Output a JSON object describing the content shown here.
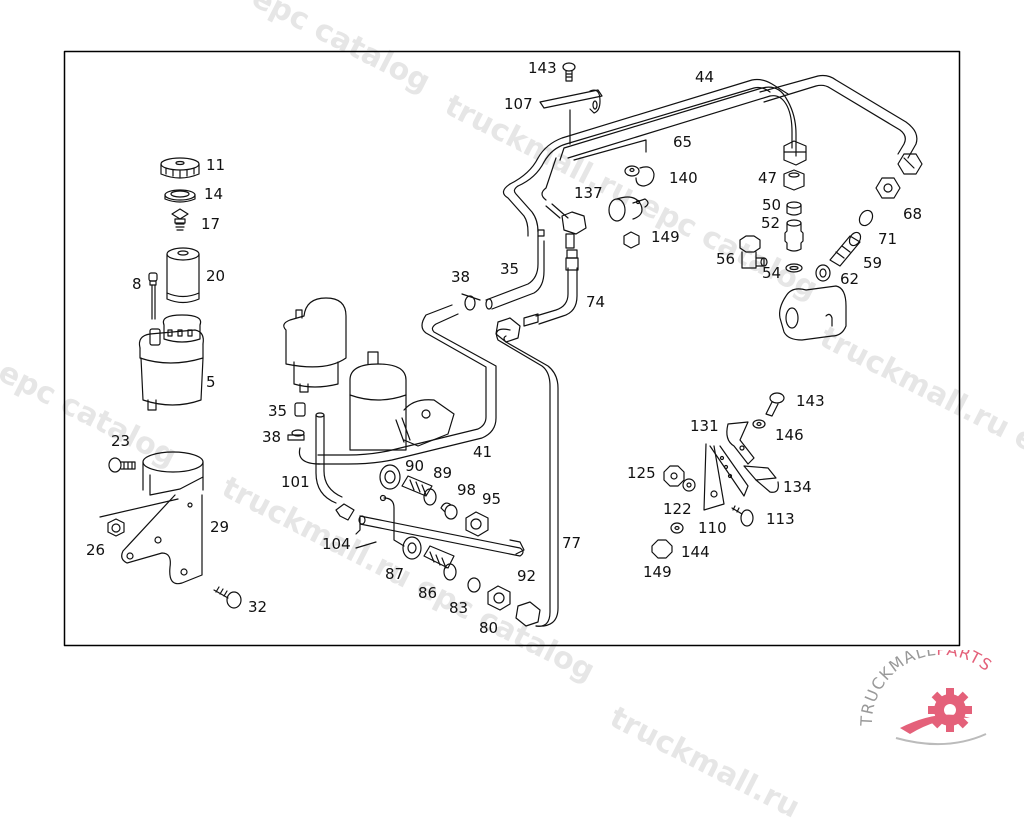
{
  "diagram": {
    "type": "exploded parts diagram",
    "subject": "power steering reservoir, lines and mounting hardware",
    "callouts": [
      {
        "id": "c11",
        "label": "11",
        "part": "reservoir cap"
      },
      {
        "id": "c14",
        "label": "14",
        "part": "seal ring"
      },
      {
        "id": "c17",
        "label": "17",
        "part": "spring / retainer"
      },
      {
        "id": "c20",
        "label": "20",
        "part": "filter element"
      },
      {
        "id": "c8",
        "label": "8",
        "part": "dipstick"
      },
      {
        "id": "c5",
        "label": "5",
        "part": "oil reservoir"
      },
      {
        "id": "c23",
        "label": "23",
        "part": "bolt"
      },
      {
        "id": "c26",
        "label": "26",
        "part": "nut"
      },
      {
        "id": "c29",
        "label": "29",
        "part": "reservoir bracket"
      },
      {
        "id": "c32",
        "label": "32",
        "part": "bolt"
      },
      {
        "id": "c35a",
        "label": "35",
        "part": "hose"
      },
      {
        "id": "c38a",
        "label": "38",
        "part": "hose clamp"
      },
      {
        "id": "c35b",
        "label": "35",
        "part": "cap"
      },
      {
        "id": "c38b",
        "label": "38",
        "part": "hose clamp"
      },
      {
        "id": "c41",
        "label": "41",
        "part": "return line"
      },
      {
        "id": "c101",
        "label": "101",
        "part": "hose"
      },
      {
        "id": "c104",
        "label": "104",
        "part": "line"
      },
      {
        "id": "c90",
        "label": "90",
        "part": "seal ring"
      },
      {
        "id": "c89",
        "label": "89",
        "part": "banjo fitting"
      },
      {
        "id": "c98",
        "label": "98",
        "part": "ring"
      },
      {
        "id": "c95",
        "label": "95",
        "part": "union nut"
      },
      {
        "id": "c87",
        "label": "87",
        "part": "seal ring"
      },
      {
        "id": "c86",
        "label": "86",
        "part": "fitting"
      },
      {
        "id": "c83",
        "label": "83",
        "part": "ring"
      },
      {
        "id": "c80",
        "label": "80",
        "part": "union nut"
      },
      {
        "id": "c92",
        "label": "92",
        "part": "line"
      },
      {
        "id": "c77",
        "label": "77",
        "part": "pressure line"
      },
      {
        "id": "c74",
        "label": "74",
        "part": "hose"
      },
      {
        "id": "c143a",
        "label": "143",
        "part": "screw"
      },
      {
        "id": "c107",
        "label": "107",
        "part": "bracket"
      },
      {
        "id": "c44",
        "label": "44",
        "part": "line"
      },
      {
        "id": "c65",
        "label": "65",
        "part": "line"
      },
      {
        "id": "c140",
        "label": "140",
        "part": "clamp"
      },
      {
        "id": "c137",
        "label": "137",
        "part": "clamp"
      },
      {
        "id": "c149a",
        "label": "149",
        "part": "nut"
      },
      {
        "id": "c47",
        "label": "47",
        "part": "union nut"
      },
      {
        "id": "c50",
        "label": "50",
        "part": "ring"
      },
      {
        "id": "c52",
        "label": "52",
        "part": "fitting"
      },
      {
        "id": "c56",
        "label": "56",
        "part": "valve"
      },
      {
        "id": "c54",
        "label": "54",
        "part": "seal ring"
      },
      {
        "id": "c68",
        "label": "68",
        "part": "union nut"
      },
      {
        "id": "c71",
        "label": "71",
        "part": "ring"
      },
      {
        "id": "c59",
        "label": "59",
        "part": "fitting"
      },
      {
        "id": "c62",
        "label": "62",
        "part": "seal ring"
      },
      {
        "id": "c143b",
        "label": "143",
        "part": "screw"
      },
      {
        "id": "c146",
        "label": "146",
        "part": "washer"
      },
      {
        "id": "c131",
        "label": "131",
        "part": "clamp"
      },
      {
        "id": "c134",
        "label": "134",
        "part": "clamp"
      },
      {
        "id": "c125",
        "label": "125",
        "part": "nut"
      },
      {
        "id": "c122",
        "label": "122",
        "part": "washer"
      },
      {
        "id": "c110",
        "label": "110",
        "part": "bracket"
      },
      {
        "id": "c113",
        "label": "113",
        "part": "bolt"
      },
      {
        "id": "c144",
        "label": "144",
        "part": "washer"
      },
      {
        "id": "c149b",
        "label": "149",
        "part": "nut"
      }
    ]
  },
  "watermarks": [
    {
      "id": "wm1",
      "text": "epc catalog"
    },
    {
      "id": "wm2",
      "text": "truckmall.ru epc catalog"
    },
    {
      "id": "wm3",
      "text": "truckmall.ru e"
    },
    {
      "id": "wm4",
      "text": "l epc catalog"
    },
    {
      "id": "wm5",
      "text": "truckmall.ru epc catalog"
    },
    {
      "id": "wm6",
      "text": "truckmall.ru"
    }
  ],
  "logo": {
    "brand_part1": "TRUCKMALL",
    "brand_part2": "PARTS",
    "gear_color": "#e4617a",
    "text_color_1": "#999999",
    "text_color_2": "#e4617a"
  },
  "colors": {
    "line": "#111111",
    "frame": "#000000",
    "watermark": "#e6e6e6"
  }
}
